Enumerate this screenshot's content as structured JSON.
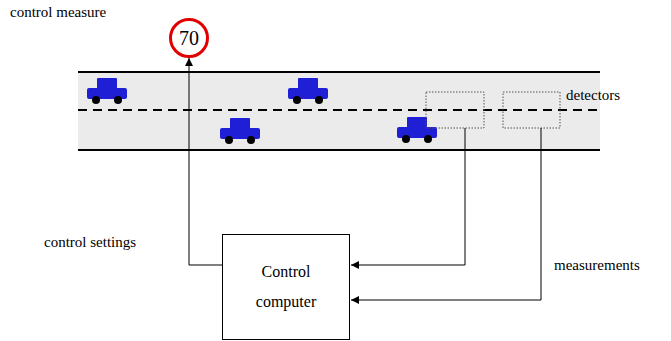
{
  "diagram": {
    "nodes": [
      {
        "text": [
          "70"
        ]
      },
      {
        "text": [
          "Control computer"
        ]
      }
    ],
    "edges": [
      {
        "from": 1,
        "to": 0,
        "arrow": "to"
      }
    ],
    "labels": [
      "control measure",
      "control settings",
      "detectors",
      "measurements"
    ]
  }
}
